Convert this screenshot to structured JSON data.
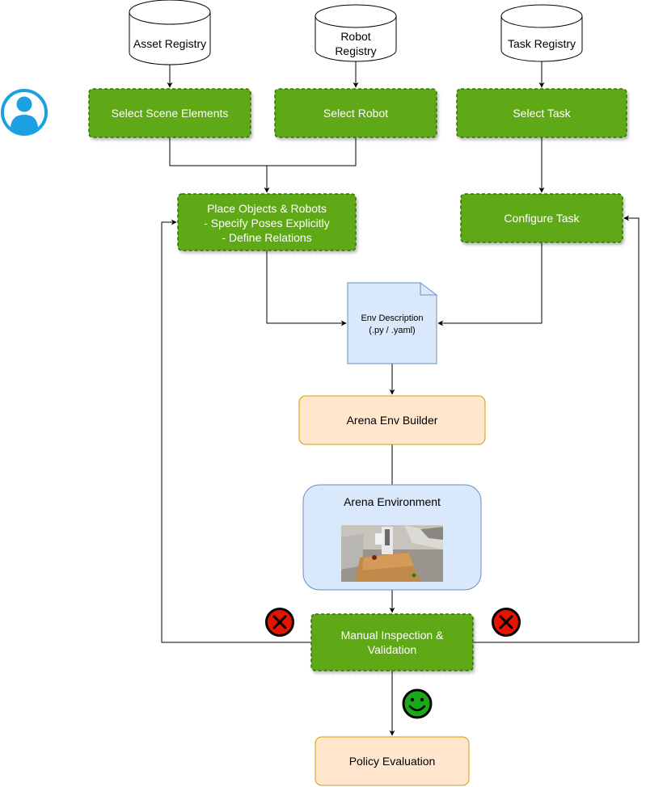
{
  "databases": {
    "asset": {
      "label": "Asset Registry"
    },
    "robot": {
      "line1": "Robot",
      "line2": "Registry"
    },
    "task": {
      "label": "Task Registry"
    }
  },
  "steps": {
    "select_scene": {
      "label": "Select Scene Elements"
    },
    "select_robot": {
      "label": "Select Robot"
    },
    "select_task": {
      "label": "Select Task"
    },
    "place_objects": {
      "line1": "Place Objects & Robots",
      "line2": "- Specify Poses Explicitly",
      "line3": "- Define Relations"
    },
    "configure_task": {
      "label": "Configure Task"
    },
    "manual_inspection": {
      "line1": "Manual Inspection &",
      "line2": "Validation"
    }
  },
  "document": {
    "line1": "Env Description",
    "line2": "(.py / .yaml)"
  },
  "builder": {
    "label": "Arena Env Builder"
  },
  "environment": {
    "label": "Arena Environment"
  },
  "evaluation": {
    "label": "Policy Evaluation"
  },
  "icons": {
    "user": "user-avatar-icon",
    "fail": "red-x-icon",
    "success": "green-smiley-icon"
  },
  "colors": {
    "step_fill": "#60a917",
    "step_border": "#2d7600",
    "orange_fill": "#ffe6cc",
    "orange_border": "#d79b00",
    "blue_fill": "#dae8fc",
    "blue_border": "#6c8ebf",
    "fail_red": "#e51400",
    "success_green": "#1ba81b",
    "user_blue": "#1ba1e2"
  }
}
